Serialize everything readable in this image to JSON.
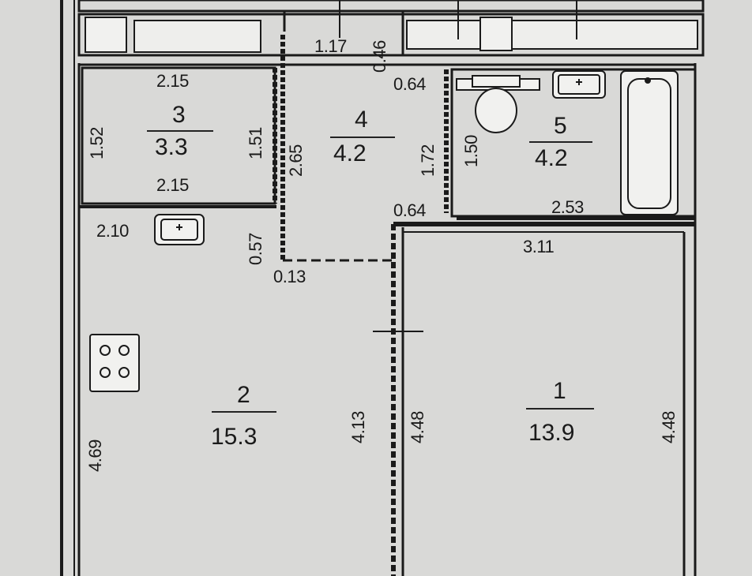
{
  "rooms": [
    {
      "number": "1",
      "area": "13.9"
    },
    {
      "number": "2",
      "area": "15.3"
    },
    {
      "number": "3",
      "area": "3.3"
    },
    {
      "number": "4",
      "area": "4.2"
    },
    {
      "number": "5",
      "area": "4.2"
    }
  ],
  "dimensions": {
    "top_117": "1.17",
    "top_046": "0.46",
    "r3_top": "2.15",
    "r3_bottom": "2.15",
    "r3_left": "1.52",
    "r3_right": "1.51",
    "r4_left": "2.65",
    "r4_right": "1.72",
    "corr_064a": "0.64",
    "corr_064b": "0.64",
    "r5_bottom": "2.53",
    "r5_left": "1.50",
    "r1_top": "3.11",
    "r1_left": "4.48",
    "r1_right": "4.48",
    "r2_top": "2.10",
    "r2_left": "4.69",
    "r2_right": "4.13",
    "wall_057": "0.57",
    "wall_013": "0.13"
  },
  "colors": {
    "paper": "#d9d9d7",
    "wall": "#1a1a1a",
    "fixture": "#f1f1ef"
  },
  "icons": [
    "sink-icon",
    "toilet-icon",
    "bathtub-icon",
    "stove-icon",
    "hob-burner-icon"
  ]
}
